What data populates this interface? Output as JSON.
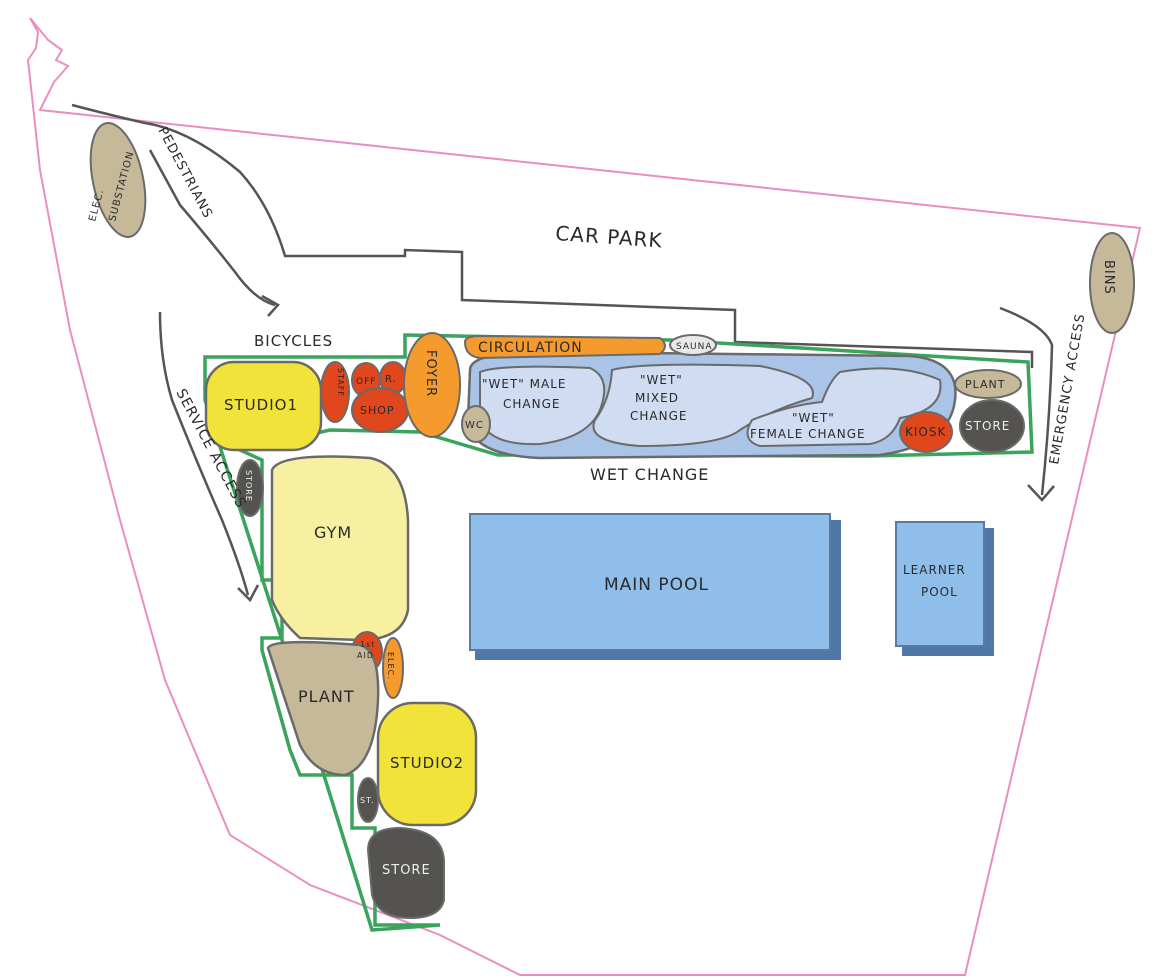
{
  "colors": {
    "site_boundary": "#e98fc0",
    "building_outline": "#3aa35c",
    "studio": "#f2e33a",
    "gym": "#f7f0a0",
    "plant": "#c5b99a",
    "store": "#555350",
    "orange": "#f59a2d",
    "red": "#e0471c",
    "wet_change": "#a9c4e6",
    "wet_room": "#cfdcf1",
    "pool": "#8ebee9",
    "pool_edge": "#4f77a8"
  },
  "labels": {
    "car_park": "CAR PARK",
    "pedestrians": "PEDESTRIANS",
    "bicycles": "BICYCLES",
    "service_access": "SERVICE ACCESS",
    "emergency_access": "EMERGENCY ACCESS",
    "wet_change": "WET CHANGE"
  },
  "rooms": {
    "elec_substation_1": "ELEC.",
    "elec_substation_2": "SUBSTATION",
    "bins": "BINS",
    "circulation": "CIRCULATION",
    "sauna": "SAUNA",
    "studio1": "STUDIO1",
    "staff": "STAFF",
    "office": "OFF",
    "reception": "R.",
    "shop": "SHOP",
    "foyer": "FOYER",
    "wc": "WC",
    "wet_male_1": "\"WET\" MALE",
    "wet_male_2": "CHANGE",
    "wet_mixed_1": "\"WET\"",
    "wet_mixed_2": "MIXED",
    "wet_mixed_3": "CHANGE",
    "wet_female_1": "\"WET\"",
    "wet_female_2": "FEMALE CHANGE",
    "kiosk": "KIOSK",
    "plant_right": "PLANT",
    "store_right": "STORE",
    "store_small": "STORE",
    "gym": "GYM",
    "first_aid_1": "1st",
    "first_aid_2": "AID",
    "elec_small": "ELEC.",
    "plant_left": "PLANT",
    "studio2": "STUDIO2",
    "store_tiny": "ST.",
    "store_bottom": "STORE",
    "main_pool": "MAIN POOL",
    "learner_pool_1": "LEARNER",
    "learner_pool_2": "POOL"
  }
}
